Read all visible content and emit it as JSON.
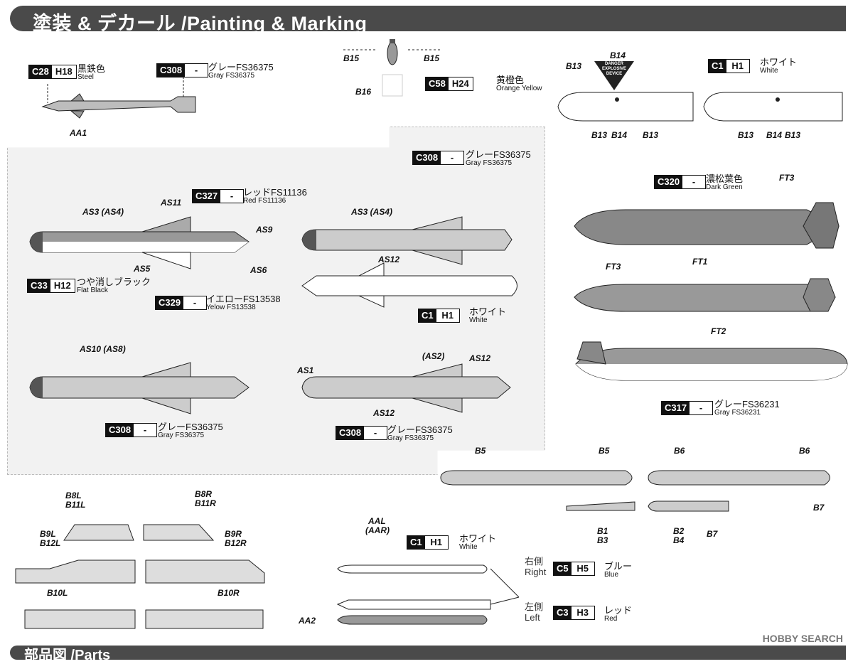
{
  "header": {
    "title": "塗装 & デカール /Painting & Marking"
  },
  "footer": {
    "title": "部品図 /Parts"
  },
  "watermark": "HOBBY SEARCH",
  "colors": [
    {
      "id": "steel",
      "code": "C28",
      "h": "H18",
      "jp": "黒鉄色",
      "en": "Steel"
    },
    {
      "id": "gray1",
      "code": "C308",
      "h": "-",
      "jp": "グレーFS36375",
      "en": "Gray FS36375"
    },
    {
      "id": "orange",
      "code": "C58",
      "h": "H24",
      "jp": "黄橙色",
      "en": "Orange Yellow"
    },
    {
      "id": "white1",
      "code": "C1",
      "h": "H1",
      "jp": "ホワイト",
      "en": "White"
    },
    {
      "id": "gray2",
      "code": "C308",
      "h": "-",
      "jp": "グレーFS36375",
      "en": "Gray FS36375"
    },
    {
      "id": "red",
      "code": "C327",
      "h": "-",
      "jp": "レッドFS11136",
      "en": "Red FS11136"
    },
    {
      "id": "darkgreen",
      "code": "C320",
      "h": "-",
      "jp": "濃松葉色",
      "en": "Dark Green"
    },
    {
      "id": "flatblack",
      "code": "C33",
      "h": "H12",
      "jp": "つや消しブラック",
      "en": "Flat Black"
    },
    {
      "id": "yellow",
      "code": "C329",
      "h": "-",
      "jp": "イエローFS13538",
      "en": "Yelow FS13538"
    },
    {
      "id": "white2",
      "code": "C1",
      "h": "H1",
      "jp": "ホワイト",
      "en": "White"
    },
    {
      "id": "gray3",
      "code": "C308",
      "h": "-",
      "jp": "グレーFS36375",
      "en": "Gray FS36375"
    },
    {
      "id": "gray4",
      "code": "C308",
      "h": "-",
      "jp": "グレーFS36375",
      "en": "Gray FS36375"
    },
    {
      "id": "gray5",
      "code": "C317",
      "h": "-",
      "jp": "グレーFS36231",
      "en": "Gray FS36231"
    },
    {
      "id": "white3",
      "code": "C1",
      "h": "H1",
      "jp": "ホワイト",
      "en": "White"
    },
    {
      "id": "blue",
      "code": "C5",
      "h": "H5",
      "jp": "ブルー",
      "en": "Blue"
    },
    {
      "id": "red2",
      "code": "C3",
      "h": "H3",
      "jp": "レッド",
      "en": "Red"
    }
  ],
  "sides": {
    "right_jp": "右側",
    "right_en": "Right",
    "left_jp": "左側",
    "left_en": "Left"
  },
  "decals": {
    "aa1": "AA1",
    "b15a": "B15",
    "b15b": "B15",
    "b16": "B16",
    "b13top": "B13",
    "b14top": "B14",
    "b13a": "B13",
    "b14a": "B14",
    "b13b": "B13",
    "b13c": "B13",
    "b14b": "B14",
    "b13d": "B13",
    "ft3a": "FT3",
    "ft3b": "FT3",
    "ft1": "FT1",
    "ft2": "FT2",
    "as3a": "AS3 (AS4)",
    "as11": "AS11",
    "as9": "AS9",
    "as5": "AS5",
    "as6": "AS6",
    "as3b": "AS3 (AS4)",
    "as12a": "AS12",
    "as10": "AS10 (AS8)",
    "as1": "AS1",
    "as2": "(AS2)",
    "as12b": "AS12",
    "as12c": "AS12",
    "b5a": "B5",
    "b5b": "B5",
    "b6a": "B6",
    "b6b": "B6",
    "b7a": "B7",
    "b7b": "B7",
    "b1": "B1",
    "b3": "B3",
    "b2": "B2",
    "b4": "B4",
    "b8l": "B8L",
    "b11l": "B11L",
    "b8r": "B8R",
    "b11r": "B11R",
    "b9l": "B9L",
    "b12l": "B12L",
    "b9r": "B9R",
    "b12r": "B12R",
    "b10l": "B10L",
    "b10r": "B10R",
    "aal": "AAL",
    "aar": "(AAR)",
    "aa2": "AA2"
  },
  "danger_sign": {
    "l1": "DANGER",
    "l2": "EXPLOSIVE",
    "l3": "DEVICE"
  }
}
